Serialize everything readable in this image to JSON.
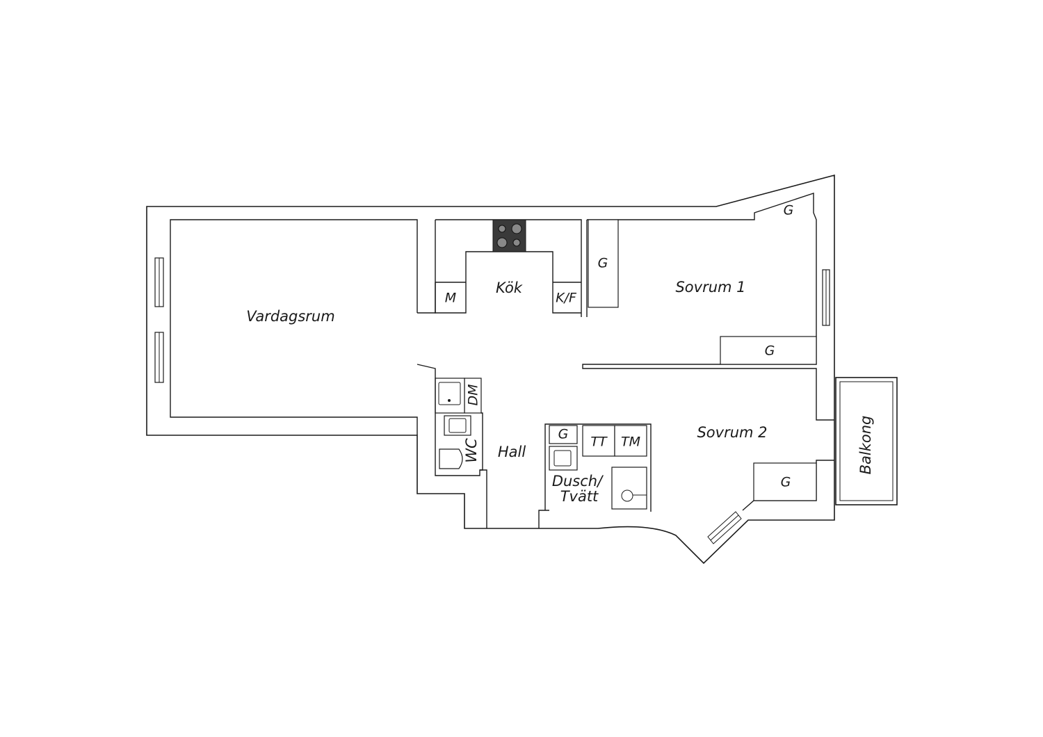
{
  "rooms": {
    "living": "Vardagsrum",
    "kitchen": "Kök",
    "bedroom1": "Sovrum 1",
    "bedroom2": "Sovrum 2",
    "hall": "Hall",
    "shower_line1": "Dusch/",
    "shower_line2": "Tvätt",
    "balcony": "Balkong",
    "wc": "WC"
  },
  "fixtures": {
    "microwave": "M",
    "fridge_freezer": "K/F",
    "dishwasher": "DM",
    "dryer": "TT",
    "washer": "TM",
    "wardrobe": "G"
  },
  "colors": {
    "line": "#1a1a1a",
    "stove": "#3a3a3a",
    "background": "#ffffff"
  }
}
